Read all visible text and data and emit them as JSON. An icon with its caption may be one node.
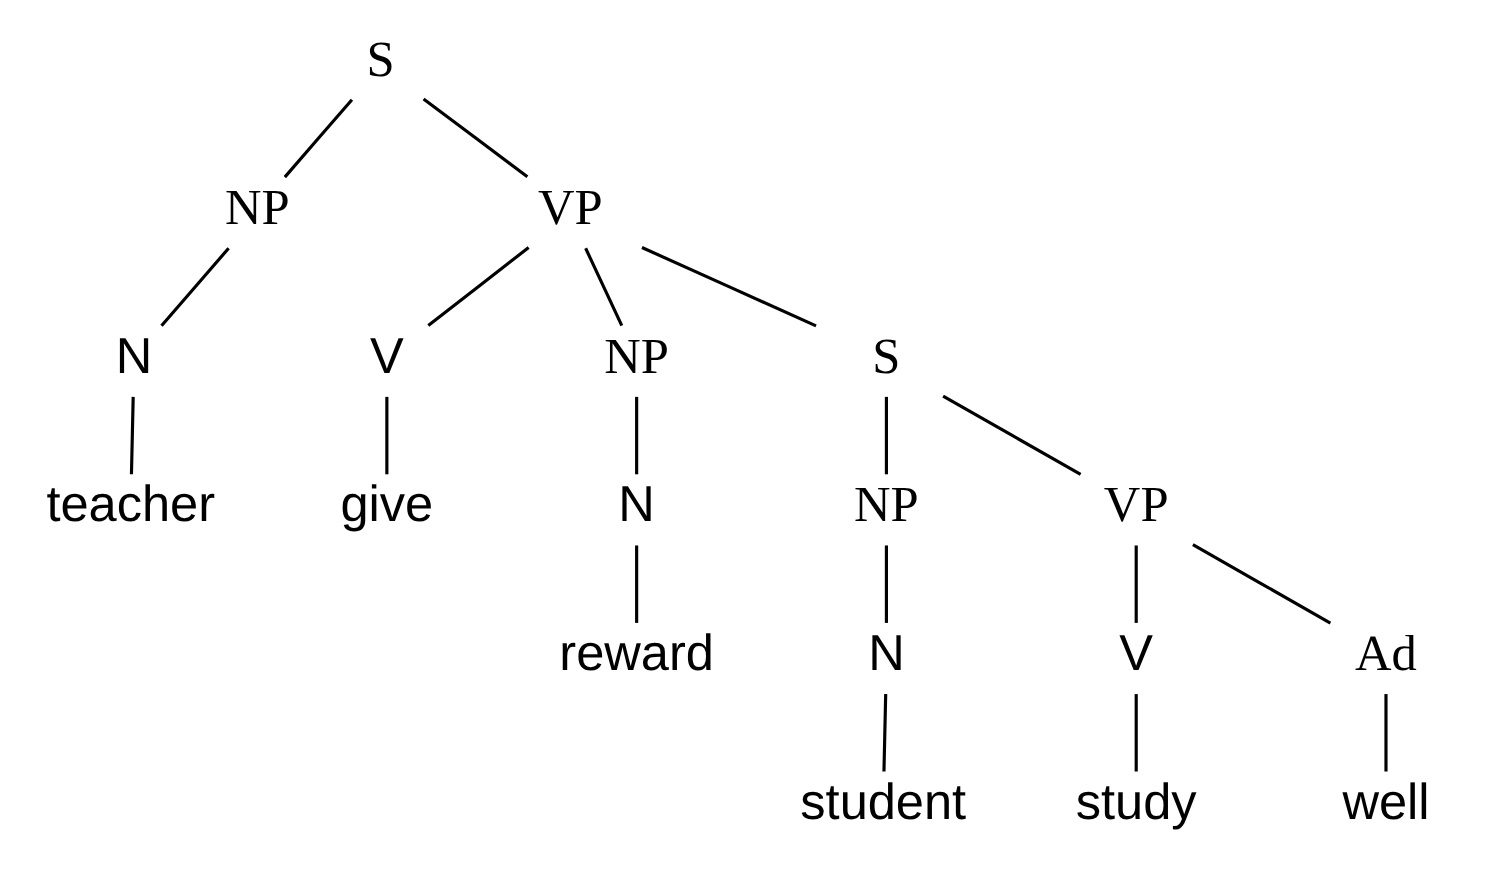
{
  "diagram": {
    "nodes": [
      {
        "text": [
          "S"
        ]
      },
      {
        "text": [
          "NP"
        ]
      },
      {
        "text": [
          "VP"
        ]
      },
      {
        "text": [
          "N"
        ]
      },
      {
        "text": [
          "teacher"
        ]
      },
      {
        "text": [
          "V"
        ]
      },
      {
        "text": [
          "give"
        ]
      },
      {
        "text": [
          "NP"
        ]
      },
      {
        "text": [
          "N"
        ]
      },
      {
        "text": [
          "reward"
        ]
      },
      {
        "text": [
          "S"
        ]
      },
      {
        "text": [
          "NP"
        ]
      },
      {
        "text": [
          "N"
        ]
      },
      {
        "text": [
          "student"
        ]
      },
      {
        "text": [
          "VP"
        ]
      },
      {
        "text": [
          "V"
        ]
      },
      {
        "text": [
          "study"
        ]
      },
      {
        "text": [
          "Ad"
        ]
      },
      {
        "text": [
          "well"
        ]
      }
    ],
    "edges": [
      {
        "from": 0,
        "to": 1,
        "arrow": "none"
      },
      {
        "from": 0,
        "to": 2,
        "arrow": "none"
      },
      {
        "from": 1,
        "to": 3,
        "arrow": "none"
      },
      {
        "from": 3,
        "to": 4,
        "arrow": "none"
      },
      {
        "from": 2,
        "to": 5,
        "arrow": "none"
      },
      {
        "from": 2,
        "to": 7,
        "arrow": "none"
      },
      {
        "from": 2,
        "to": 10,
        "arrow": "none"
      },
      {
        "from": 5,
        "to": 6,
        "arrow": "none"
      },
      {
        "from": 7,
        "to": 8,
        "arrow": "none"
      },
      {
        "from": 8,
        "to": 9,
        "arrow": "none"
      },
      {
        "from": 10,
        "to": 11,
        "arrow": "none"
      },
      {
        "from": 10,
        "to": 14,
        "arrow": "none"
      },
      {
        "from": 11,
        "to": 12,
        "arrow": "none"
      },
      {
        "from": 12,
        "to": 13,
        "arrow": "none"
      },
      {
        "from": 14,
        "to": 15,
        "arrow": "none"
      },
      {
        "from": 14,
        "to": 17,
        "arrow": "none"
      },
      {
        "from": 15,
        "to": 16,
        "arrow": "none"
      },
      {
        "from": 17,
        "to": 18,
        "arrow": "none"
      }
    ]
  }
}
